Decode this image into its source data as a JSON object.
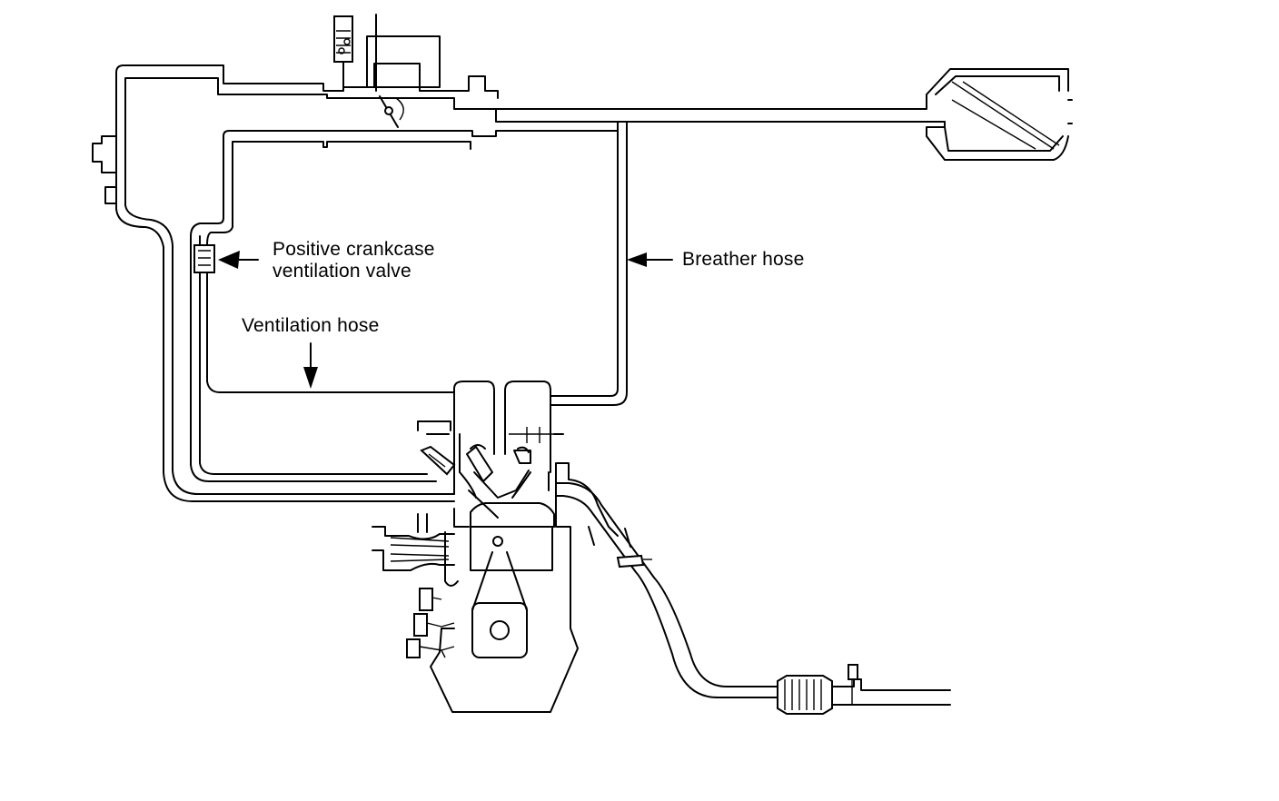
{
  "labels": {
    "pcv_valve_line1": "Positive crankcase",
    "pcv_valve_line2": "ventilation valve",
    "breather_hose": "Breather hose",
    "ventilation_hose": "Ventilation hose"
  },
  "colors": {
    "line": "#000000",
    "background": "#ffffff"
  }
}
